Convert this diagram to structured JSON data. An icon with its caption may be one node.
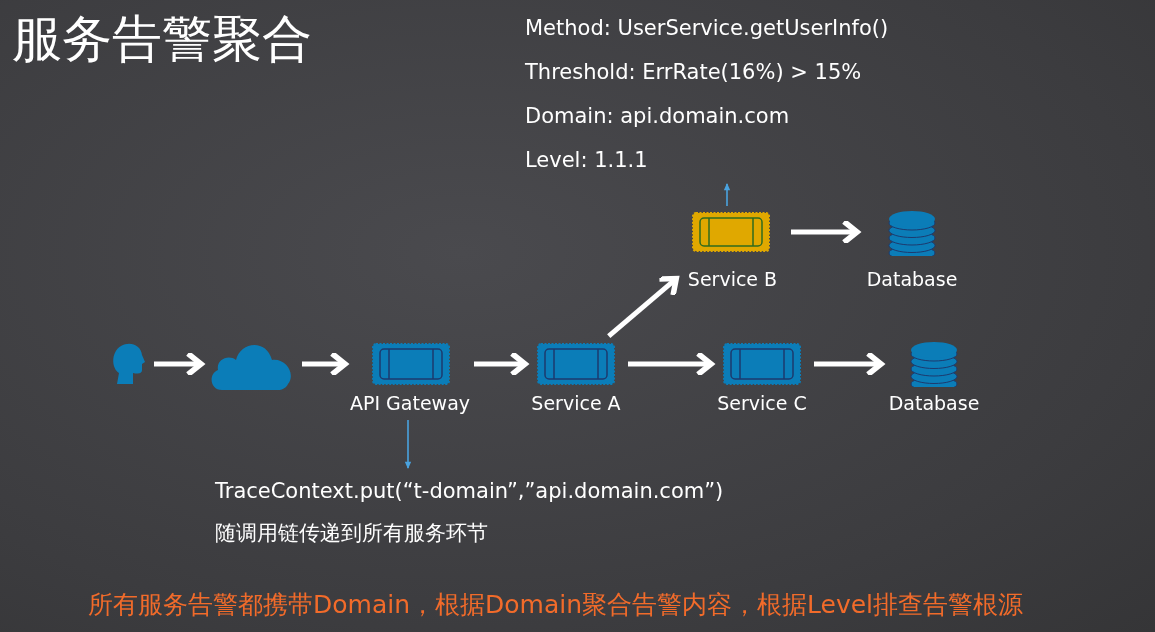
{
  "diagram": {
    "title": "服务告警聚合",
    "nodes": [
      {
        "text": [
          "Method: UserService.getUserInfo()",
          "Threshold: ErrRate(16%) > 15%",
          "Domain: api.domain.com",
          "Level: 1.1.1"
        ]
      },
      {
        "text": [
          "Service B"
        ]
      },
      {
        "text": [
          "Database"
        ]
      },
      {
        "text": [],
        "shape": "person"
      },
      {
        "text": [],
        "shape": "cloud"
      },
      {
        "text": [
          "API Gateway"
        ]
      },
      {
        "text": [
          "Service A"
        ]
      },
      {
        "text": [
          "Service C"
        ]
      },
      {
        "text": [
          "Database"
        ]
      },
      {
        "text": [
          "TraceContext.put(“t-domain”,”api.domain.com”)",
          "随调用链传递到所有服务环节"
        ]
      }
    ],
    "edges": [
      {
        "from": 3,
        "to": 4,
        "arrow": "to"
      },
      {
        "from": 4,
        "to": 5,
        "arrow": "to"
      },
      {
        "from": 5,
        "to": 6,
        "arrow": "to"
      },
      {
        "from": 6,
        "to": 1,
        "arrow": "to"
      },
      {
        "from": 6,
        "to": 7,
        "arrow": "to"
      },
      {
        "from": 1,
        "to": 2,
        "arrow": "to"
      },
      {
        "from": 7,
        "to": 8,
        "arrow": "to"
      },
      {
        "from": 5,
        "to": 9,
        "arrow": "to",
        "color": "#4aa3df"
      },
      {
        "from": 1,
        "to": 0,
        "arrow": "to",
        "color": "#4aa3df"
      }
    ],
    "caption": "所有服务告警都携带Domain，根据Domain聚合告警内容，根据Level排查告警根源"
  }
}
